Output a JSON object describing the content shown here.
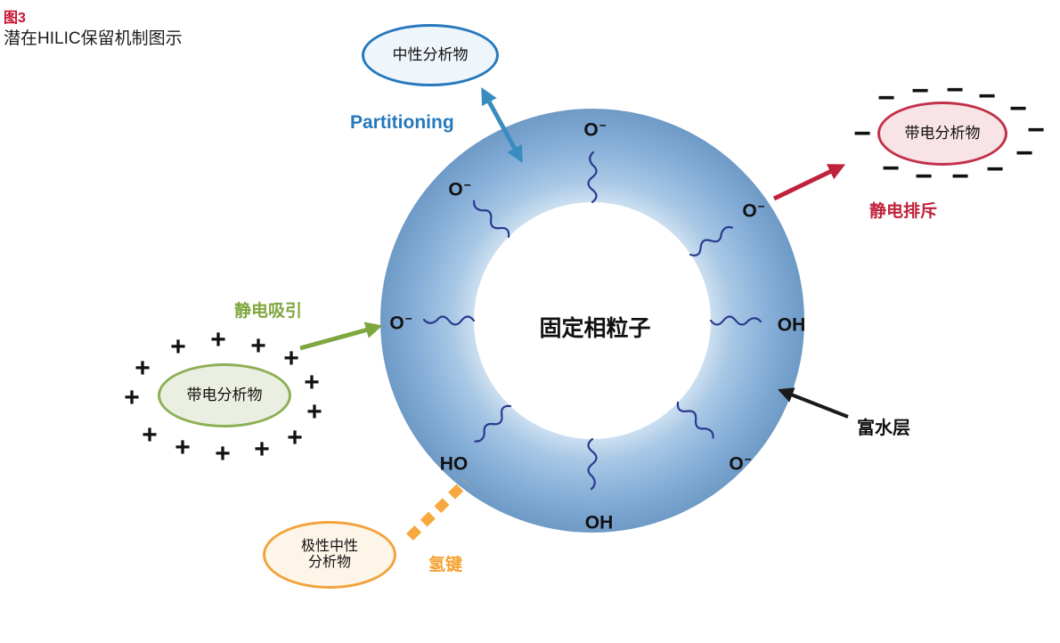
{
  "header": {
    "figure_label": "图3",
    "title": "潜在HILIC保留机制图示"
  },
  "ring": {
    "center_label": "固定相粒子",
    "water_layer_label": "富水层"
  },
  "mechanisms": {
    "partitioning": "Partitioning",
    "repulsion": "静电排斥",
    "attraction": "静电吸引",
    "hydrogen_bond": "氢键"
  },
  "analytes": {
    "neutral": "中性分析物",
    "charged_negative": "带电分析物",
    "charged_positive": "带电分析物",
    "polar_line1": "极性中性",
    "polar_line2": "分析物"
  },
  "ligands": [
    {
      "base": "O",
      "sup": "−"
    },
    {
      "base": "O",
      "sup": "−"
    },
    {
      "base": "O",
      "sup": "−"
    },
    {
      "base": "HO",
      "sup": ""
    },
    {
      "base": "OH",
      "sup": ""
    },
    {
      "base": "O",
      "sup": "−"
    },
    {
      "base": "OH",
      "sup": ""
    },
    {
      "base": "O",
      "sup": "−"
    }
  ],
  "symbols": {
    "plus": "+",
    "minus": "−"
  },
  "colors": {
    "figure_label_red": "#c8102e",
    "partitioning_blue": "#2779bd",
    "repulsion_red": "#c0223b",
    "attraction_green": "#7fa73f",
    "hydrogen_bond_orange": "#f6a02f",
    "ring_outer_blue": "#6e9ac6",
    "ring_inner_blue": "#cfe1f1",
    "ligand_line_navy": "#2b3a8f"
  }
}
